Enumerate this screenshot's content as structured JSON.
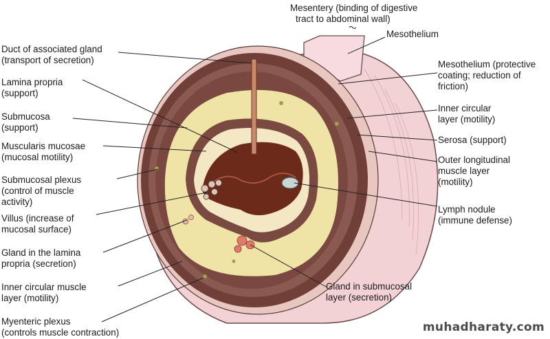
{
  "labels": {
    "mesentery": [
      "Mesentery (binding of digestive",
      "tract to abdominal wall)"
    ],
    "mesothelium_top": [
      "Mesothelium"
    ],
    "duct": [
      "Duct of associated gland",
      "(transport of secretion)"
    ],
    "lamina_propria": [
      "Lamina propria",
      "(support)"
    ],
    "submucosa": [
      "Submucosa",
      "(support)"
    ],
    "muscularis_mucosae": [
      "Muscularis mucosae",
      "(mucosal motility)"
    ],
    "submucosal_plexus": [
      "Submucosal plexus",
      "(control of muscle",
      "activity)"
    ],
    "villus": [
      "Villus (increase of",
      "mucosal surface)"
    ],
    "gland_lamina": [
      "Gland in the lamina",
      "propria (secretion)"
    ],
    "inner_circular_left": [
      "Inner circular muscle",
      "layer (motility)"
    ],
    "myenteric_plexus": [
      "Myenteric plexus",
      "(controls muscle contraction)"
    ],
    "mesothelium_protective": [
      "Mesothelium (protective",
      "coating; reduction of",
      "friction)"
    ],
    "inner_circular_right": [
      "Inner circular",
      "layer (motility)"
    ],
    "serosa": [
      "Serosa (support)"
    ],
    "outer_longitudinal": [
      "Outer longitudinal",
      "muscle layer",
      "(motility)"
    ],
    "lymph_nodule": [
      "Lymph nodule",
      "(immune defense)"
    ],
    "gland_submucosal": [
      "Gland in submucosal",
      "layer (secretion)"
    ]
  },
  "watermark": "muhadharaty.com",
  "colors": {
    "outer_pink": "#f3d2d6",
    "muscle_dark": "#7a4840",
    "submucosa_yellow": "#efe3a6",
    "lumen": "#6b2a1a",
    "line": "#222222"
  }
}
